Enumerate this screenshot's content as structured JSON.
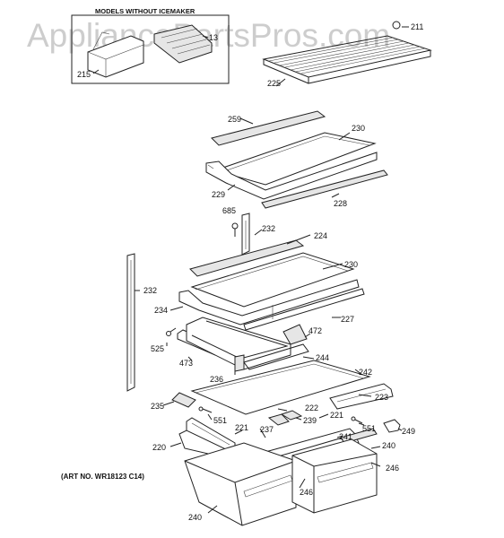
{
  "watermark": "AppliancePartsPros.com",
  "inset_title": "MODELS WITHOUT ICEMAKER",
  "art_number": "(ART NO. WR18123 C14)",
  "callouts": {
    "c215": "215",
    "c213": "13",
    "c211": "211",
    "c225": "225",
    "c259": "259",
    "c230a": "230",
    "c229": "229",
    "c228": "228",
    "c685": "685",
    "c232a": "232",
    "c224": "224",
    "c230b": "230",
    "c232b": "232",
    "c234": "234",
    "c227": "227",
    "c472": "472",
    "c525": "525",
    "c473": "473",
    "c244": "244",
    "c236": "236",
    "c242": "242",
    "c223": "223",
    "c235": "235",
    "c222": "222",
    "c239": "239",
    "c221a": "221",
    "c551a": "551",
    "c551b": "551",
    "c249": "249",
    "c221b": "221",
    "c237": "237",
    "c241": "241",
    "c240a": "240",
    "c220": "220",
    "c246a": "246",
    "c246b": "246",
    "c240b": "240"
  }
}
